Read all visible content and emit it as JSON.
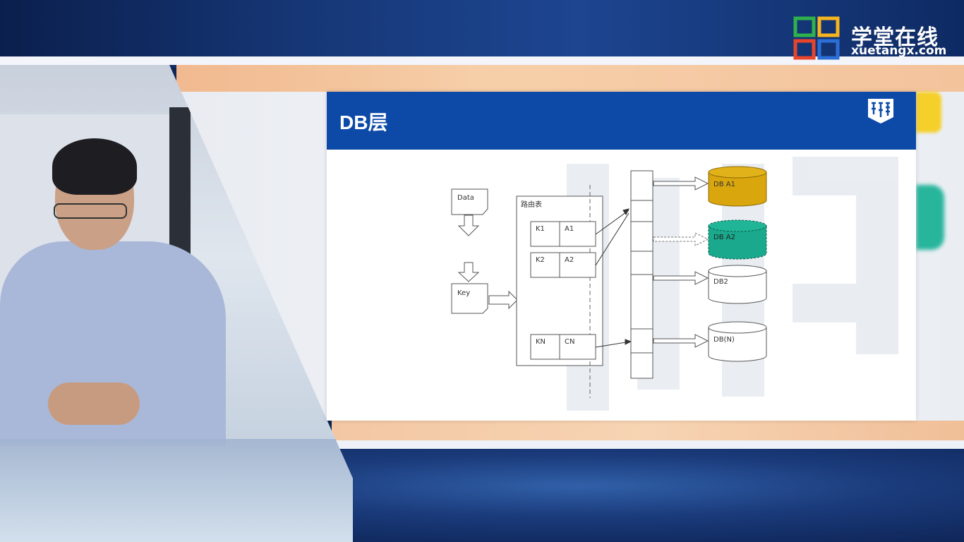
{
  "brand": {
    "name": "学堂在线",
    "url": "xuetangx.com"
  },
  "slide": {
    "title": "DB层"
  },
  "diagram": {
    "data_label": "Data",
    "key_label": "Key",
    "routing_table_label": "路由表",
    "rows": [
      {
        "key": "K1",
        "value": "A1"
      },
      {
        "key": "K2",
        "value": "A2"
      },
      {
        "key": "KN",
        "value": "CN"
      }
    ],
    "databases": [
      {
        "label": "DB  A1",
        "color": "#d9a60e"
      },
      {
        "label": "DB  A2",
        "color": "#1aa98c"
      },
      {
        "label": "DB2",
        "color": "#ffffff"
      },
      {
        "label": "DB(N)",
        "color": "#ffffff"
      }
    ]
  },
  "colors": {
    "slide_header": "#0d4aa8",
    "brand_red": "#e8452c",
    "brand_yellow": "#f5b51e",
    "brand_green": "#2fb24b",
    "brand_blue": "#2b6fd6"
  }
}
